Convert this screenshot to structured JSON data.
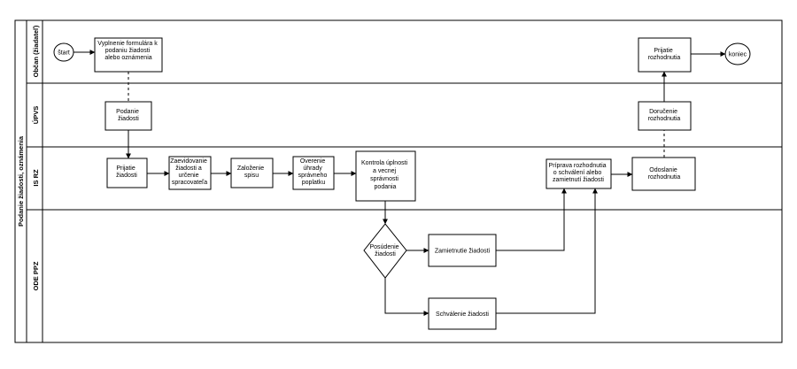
{
  "diagram": {
    "pool_label": "Podanie žiadosti, oznámenia",
    "lanes": [
      {
        "id": "obcan",
        "label": "Občan (žiadateľ)"
      },
      {
        "id": "upvs",
        "label": "ÚPVS"
      },
      {
        "id": "isrz",
        "label": "IS RZ"
      },
      {
        "id": "odepz",
        "label": "ODE PPZ"
      }
    ],
    "nodes": {
      "start": {
        "label": "štart"
      },
      "end": {
        "label": "koniec"
      },
      "vyplnenie": {
        "lines": [
          "Vyplnenie formulára k",
          "podaniu žiadosti",
          "alebo oznámenia"
        ]
      },
      "podanie": {
        "lines": [
          "Podanie",
          "žiadosti"
        ]
      },
      "prijatie_ziadosti": {
        "lines": [
          "Prijatie",
          "žiadosti"
        ]
      },
      "zaevidovanie": {
        "lines": [
          "Zaevidovanie",
          "žiadosti a",
          "určenie",
          "spracovateľa"
        ]
      },
      "zalozenie": {
        "lines": [
          "Založenie",
          "spisu"
        ]
      },
      "overenie": {
        "lines": [
          "Overenie",
          "úhrady",
          "správneho",
          "poplatku"
        ]
      },
      "kontrola": {
        "lines": [
          "Kontrola úplnosti",
          "a vecnej",
          "správnosti",
          "podania"
        ]
      },
      "posudenie": {
        "lines": [
          "Posúdenie",
          "žiadosti"
        ]
      },
      "zamietnutie": {
        "lines": [
          "Zamietnutie žiadosti"
        ]
      },
      "schvalenie": {
        "lines": [
          "Schválenie žiadosti"
        ]
      },
      "priprava": {
        "lines": [
          "Príprava rozhodnutia",
          "o schválení alebo",
          "zamietnutí žiadosti"
        ]
      },
      "odoslanie": {
        "lines": [
          "Odoslanie",
          "rozhodnutia"
        ]
      },
      "dorucenie": {
        "lines": [
          "Doručenie",
          "rozhodnutia"
        ]
      },
      "prijatie_rozhodnutia": {
        "lines": [
          "Prijatie",
          "rozhodnutia"
        ]
      }
    }
  }
}
